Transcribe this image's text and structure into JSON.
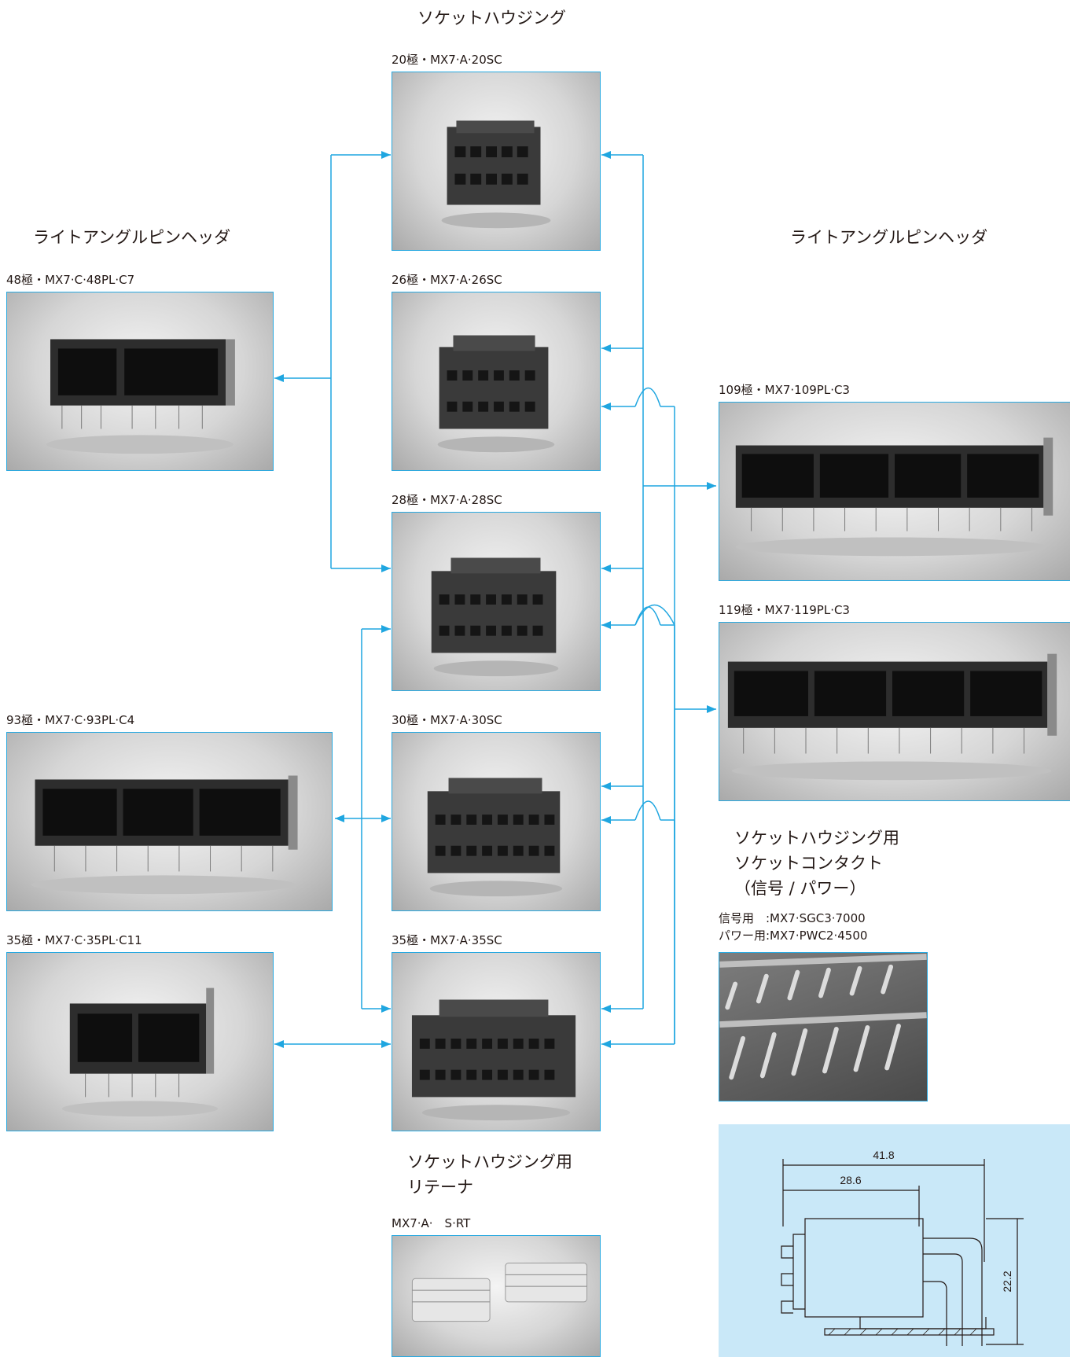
{
  "headings": {
    "socket_housing": "ソケットハウジング",
    "left_header": "ライトアングルピンヘッダ",
    "right_header": "ライトアングルピンヘッダ",
    "contact_title_1": "ソケットハウジング用",
    "contact_title_2": "ソケットコンタクト",
    "contact_title_3": "（信号 / パワー）",
    "retainer_title_1": "ソケットハウジング用",
    "retainer_title_2": "リテーナ"
  },
  "socket_housings": [
    {
      "label": "20極・MX7·A·20SC"
    },
    {
      "label": "26極・MX7·A·26SC"
    },
    {
      "label": "28極・MX7·A·28SC"
    },
    {
      "label": "30極・MX7·A·30SC"
    },
    {
      "label": "35極・MX7·A·35SC"
    }
  ],
  "left_headers": [
    {
      "label": "48極・MX7·C·48PL·C7"
    },
    {
      "label": "93極・MX7·C·93PL·C4"
    },
    {
      "label": "35極・MX7·C·35PL·C11"
    }
  ],
  "right_headers": [
    {
      "label": "109極・MX7·109PL·C3"
    },
    {
      "label": "119極・MX7·119PL·C3"
    }
  ],
  "contacts": {
    "signal": "信号用　:MX7·SGC3·7000",
    "power": "パワー用:MX7·PWC2·4500"
  },
  "retainer": {
    "label": "MX7·A·　S·RT"
  },
  "dimensions": {
    "overall_width": "41.8",
    "body_width": "28.6",
    "height": "22.2"
  },
  "colors": {
    "arrow": "#1fa6e0",
    "drawing_bg": "#c9e8f8"
  }
}
